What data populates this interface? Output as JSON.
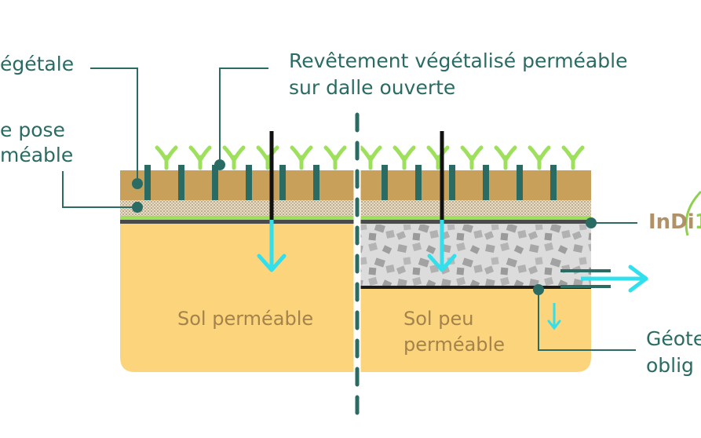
{
  "labels": {
    "top_left_1": "égétale",
    "top_left_2_line1": "e pose",
    "top_left_2_line2": "méable",
    "top_center_line1": "Revêtement végétalisé perméable",
    "top_center_line2": "sur dalle ouverte",
    "sol_permeable": "Sol perméable",
    "sol_peu_line1": "Sol peu",
    "sol_peu_line2": "perméable",
    "right_line1": "Géote",
    "right_line2": "oblig"
  },
  "logo": {
    "text": "InDi",
    "suffix": "1"
  },
  "colors": {
    "teal": "#2a6b64",
    "brown_soil": "#c8a05a",
    "sand": "#fbd47c",
    "grass": "#9ee05c",
    "cyan": "#31e0ec",
    "gravel": "#d9d9d9"
  }
}
